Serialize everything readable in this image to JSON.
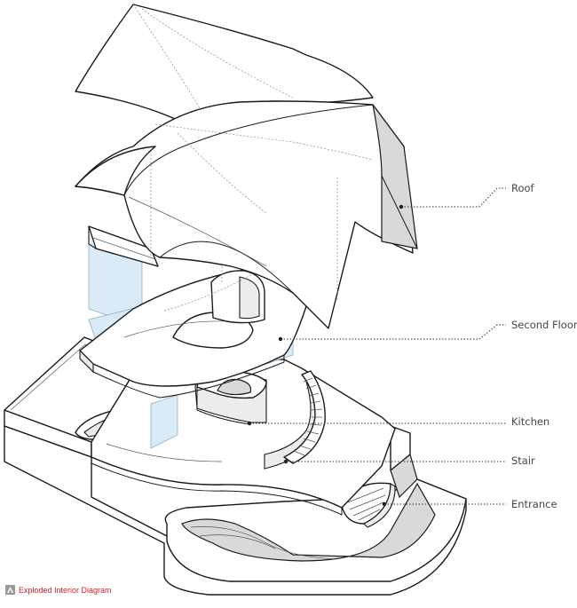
{
  "diagram": {
    "labels": {
      "roof": "Roof",
      "second_floor": "Second Floor",
      "kitchen": "Kitchen",
      "stair": "Stair",
      "entrance": "Entrance"
    },
    "caption": "Exploded Interior Diagram",
    "caption_color": "#d21f1f",
    "glass_color": "#d6e8f6",
    "shade_color": "#d9d9d9",
    "line_color": "#1a1a1a"
  }
}
